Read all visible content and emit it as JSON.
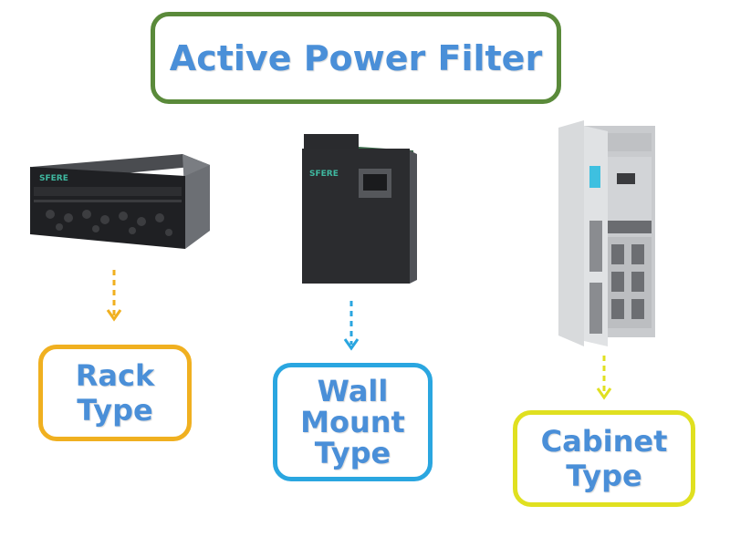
{
  "title": "Active Power Filter",
  "colors": {
    "title_border": "#5a8a3a",
    "text": "#4a8fd8",
    "rack_accent": "#f0b020",
    "wall_accent": "#2aa6e0",
    "cabinet_accent": "#e0e020"
  },
  "products": [
    {
      "id": "rack",
      "brand": "SFERE",
      "label_lines": [
        "Rack",
        "Type"
      ]
    },
    {
      "id": "wall",
      "brand": "SFERE",
      "label_lines": [
        "Wall",
        "Mount",
        "Type"
      ]
    },
    {
      "id": "cabinet",
      "brand": "",
      "label_lines": [
        "Cabinet",
        "Type"
      ]
    }
  ]
}
